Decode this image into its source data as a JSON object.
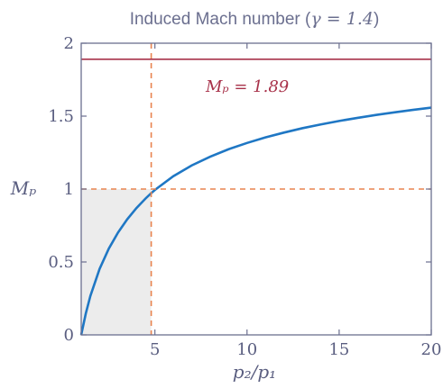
{
  "chart_data": {
    "type": "line",
    "title_prefix": "Induced Mach number (",
    "title_math": "γ = 1.4",
    "title_suffix": ")",
    "xlabel": "p₂/p₁",
    "ylabel": "Mₚ",
    "xlim": [
      1,
      20
    ],
    "ylim": [
      0,
      2
    ],
    "x_ticks": [
      5,
      10,
      15,
      20
    ],
    "x_tick_labels": [
      "5",
      "10",
      "15",
      "20"
    ],
    "y_ticks": [
      0,
      0.5,
      1,
      1.5,
      2
    ],
    "y_tick_labels": [
      "0",
      "0.5",
      "1",
      "1.5",
      "2"
    ],
    "gamma": 1.4,
    "series": [
      {
        "x": [
          1,
          1.25,
          1.5,
          2,
          2.5,
          3,
          3.5,
          4,
          4.5,
          4.8,
          5,
          6,
          7,
          8,
          9,
          10,
          11,
          12,
          13,
          14,
          15,
          16,
          17,
          18,
          19,
          20
        ],
        "y": [
          0,
          0.147,
          0.268,
          0.453,
          0.592,
          0.702,
          0.793,
          0.87,
          0.936,
          0.972,
          0.994,
          1.088,
          1.162,
          1.222,
          1.273,
          1.316,
          1.354,
          1.387,
          1.417,
          1.443,
          1.467,
          1.488,
          1.508,
          1.526,
          1.543,
          1.558
        ],
        "color": "#1f77c4"
      }
    ],
    "asymptote": {
      "y": 1.89,
      "label_math": "Mₚ = 1.89",
      "color": "#a8324a"
    },
    "reference": {
      "x": 4.8,
      "y": 1,
      "color": "#e8834f"
    },
    "shaded_region": {
      "x": [
        1,
        4.8
      ],
      "y": [
        0,
        1
      ],
      "color": "#ececec"
    },
    "grid": false
  }
}
